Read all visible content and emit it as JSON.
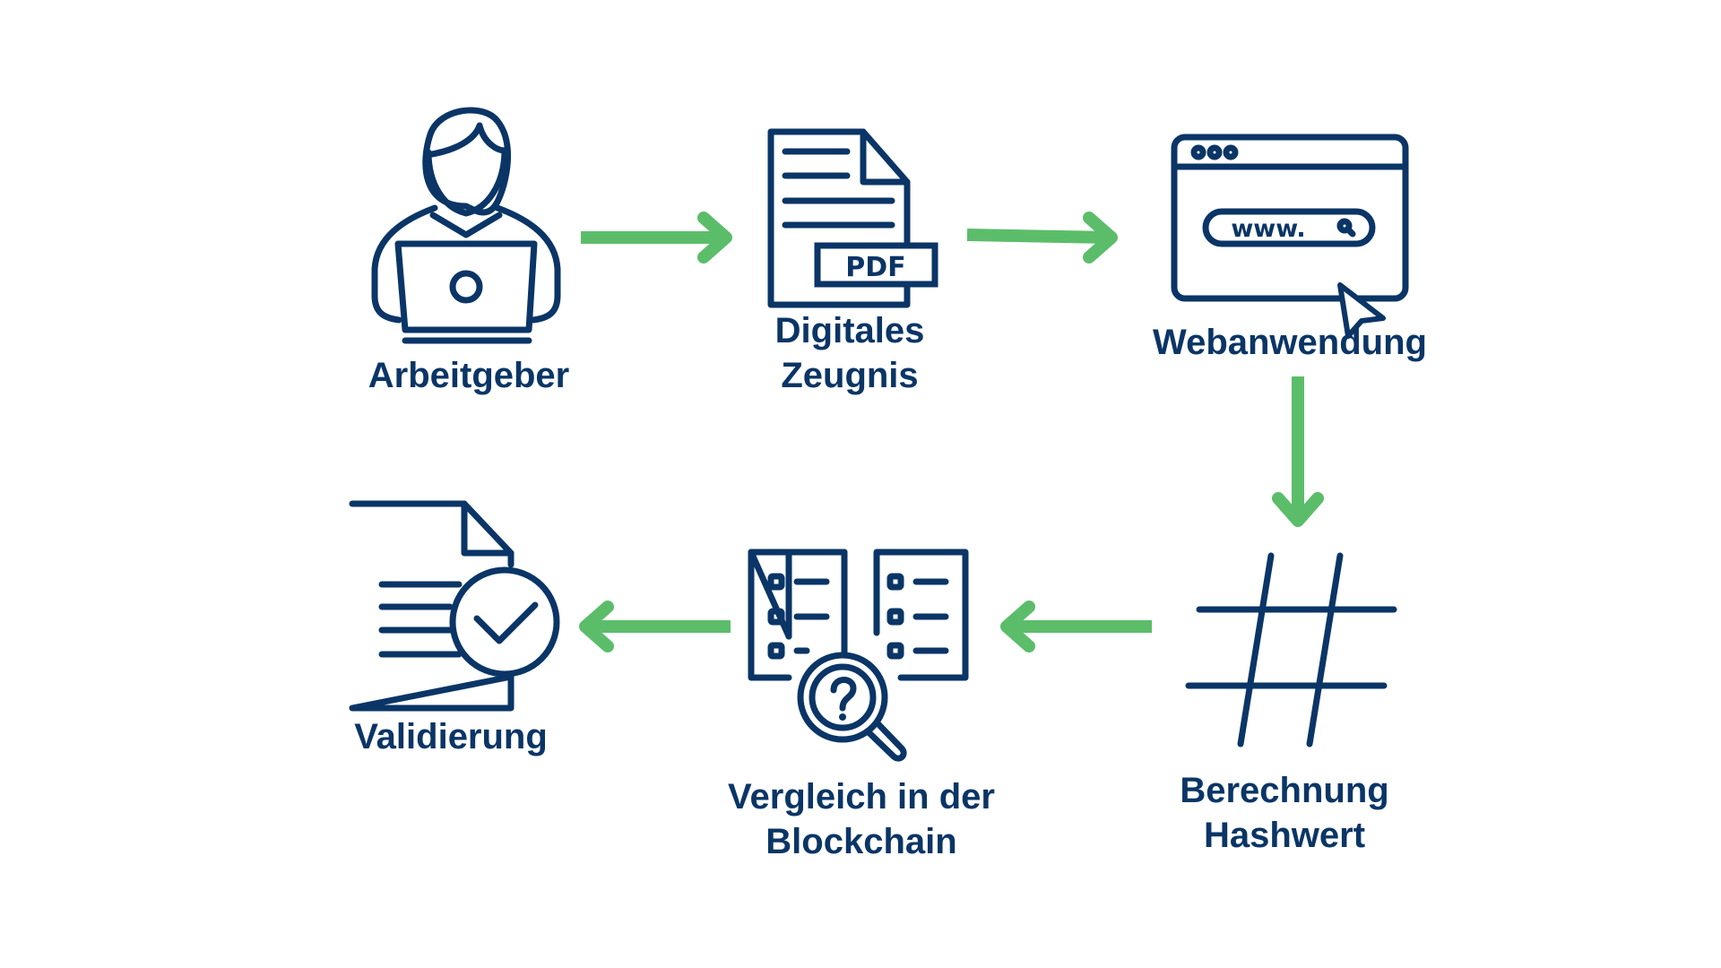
{
  "title": "Digitales Zeugnis Validierungsprozess",
  "colors": {
    "icon": "#0a3566",
    "arrow": "#5bbd6a",
    "background": "#ffffff"
  },
  "steps": [
    {
      "id": "arbeitgeber",
      "label": "Arbeitgeber",
      "icon": "person-laptop-icon"
    },
    {
      "id": "zeugnis",
      "label_line1": "Digitales",
      "label_line2": "Zeugnis",
      "icon": "pdf-document-icon",
      "badge": "PDF"
    },
    {
      "id": "webanwendung",
      "label": "Webanwendung",
      "icon": "browser-window-icon",
      "url_text": "www."
    },
    {
      "id": "hashwert",
      "label_line1": "Berechnung",
      "label_line2": "Hashwert",
      "icon": "hash-icon"
    },
    {
      "id": "blockchain",
      "label_line1": "Vergleich in der",
      "label_line2": "Blockchain",
      "icon": "compare-search-icon",
      "symbol": "?"
    },
    {
      "id": "validierung",
      "label": "Validierung",
      "icon": "document-check-icon"
    }
  ],
  "arrows": [
    {
      "from": "arbeitgeber",
      "to": "zeugnis",
      "direction": "right"
    },
    {
      "from": "zeugnis",
      "to": "webanwendung",
      "direction": "right"
    },
    {
      "from": "webanwendung",
      "to": "hashwert",
      "direction": "down"
    },
    {
      "from": "hashwert",
      "to": "blockchain",
      "direction": "left"
    },
    {
      "from": "blockchain",
      "to": "validierung",
      "direction": "left"
    }
  ]
}
